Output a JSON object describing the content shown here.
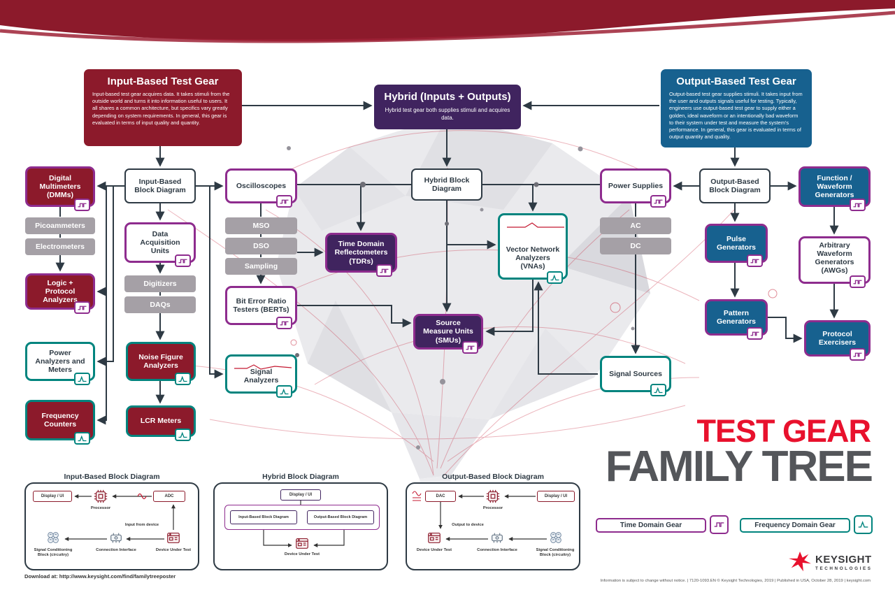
{
  "headers": {
    "input": {
      "title": "Input-Based Test Gear",
      "desc": "Input-based test gear acquires data. It takes stimuli from the outside world and turns it into information useful to users. It all shares a common architecture, but specifics vary greatly depending on system requirements. In general, this gear is evaluated in terms of input quality and quantity."
    },
    "hybrid": {
      "title": "Hybrid (Inputs + Outputs)",
      "desc": "Hybrid test gear both supplies stimuli and acquires data."
    },
    "output": {
      "title": "Output-Based Test Gear",
      "desc": "Output-based test gear supplies stimuli. It takes input from the user and outputs signals useful for testing. Typically, engineers use output-based test gear to supply either a golden, ideal waveform or an intentionally bad waveform to their system under test and measure the system's performance. In general, this gear is evaluated in terms of output quantity and quality."
    }
  },
  "nodes": {
    "dmm": "Digital Multimeters (DMMs)",
    "input_bd": "Input-Based Block Diagram",
    "oscilloscopes": "Oscilloscopes",
    "hybrid_bd": "Hybrid Block Diagram",
    "power_supplies": "Power Supplies",
    "output_bd": "Output-Based Block Diagram",
    "func_gen": "Function / Waveform Generators",
    "picoammeters": "Picoammeters",
    "electrometers": "Electrometers",
    "logic_protocol": "Logic + Protocol Analyzers",
    "daq_units": "Data Acquisition Units",
    "digitizers": "Digitizers",
    "daqs": "DAQs",
    "mso": "MSO",
    "dso": "DSO",
    "sampling": "Sampling",
    "berts": "Bit Error Ratio Testers (BERTs)",
    "tdrs": "Time Domain Reflectometers (TDRs)",
    "vnas": "Vector Network Analyzers (VNAs)",
    "smus": "Source Measure Units (SMUs)",
    "ac": "AC",
    "dc": "DC",
    "pulse_gen": "Pulse Generators",
    "awgs": "Arbitrary Waveform Generators (AWGs)",
    "pattern_gen": "Pattern Generators",
    "protocol_ex": "Protocol Exercisers",
    "power_an": "Power Analyzers and Meters",
    "noise_fig": "Noise Figure Analyzers",
    "signal_an": "Signal Analyzers",
    "freq_counters": "Frequency Counters",
    "lcr": "LCR Meters",
    "signal_sources": "Signal Sources"
  },
  "diagrams": {
    "input": {
      "title": "Input-Based Block Diagram",
      "display": "Display / UI",
      "processor": "Processor",
      "adc": "ADC",
      "input_label": "Input from device",
      "cond": "Signal Conditioning Block (circuitry)",
      "conn": "Connection Interface",
      "dut": "Device Under Test"
    },
    "hybrid": {
      "title": "Hybrid Block Diagram",
      "display": "Display / UI",
      "input_box": "Input-Based Block Diagram",
      "output_box": "Output-Based Block Diagram",
      "dut": "Device Under Test"
    },
    "output": {
      "title": "Output-Based Block Diagram",
      "dac": "DAC",
      "processor": "Processor",
      "display": "Display / UI",
      "output_label": "Output to device",
      "dut": "Device Under Test",
      "conn": "Connection Interface",
      "cond": "Signal Conditioning Block (circuitry)"
    }
  },
  "branding": {
    "title_line1": "TEST GEAR",
    "title_line2": "FAMILY TREE",
    "logo_name": "KEYSIGHT",
    "logo_sub": "TECHNOLOGIES"
  },
  "legend": {
    "time": "Time Domain Gear",
    "freq": "Frequency Domain Gear"
  },
  "footer": {
    "download": "Download at: http://www.keysight.com/find/familytreeposter",
    "legal": "Information is subject to change without notice.   |   7120-1093.EN © Keysight Technologies, 2019   |   Published in USA, October 28, 2019   |   keysight.com"
  },
  "icons": {
    "time_badge": "square-wave-icon",
    "freq_badge": "sine-peak-icon",
    "logo": "keysight-spark-icon"
  },
  "colors": {
    "dark_red": "#8C1A2B",
    "purple": "#40245F",
    "blue": "#17618F",
    "magenta": "#8E2C8E",
    "teal": "#00847E",
    "gray_box": "#A5A0A6",
    "line": "#2E3A44",
    "accent_red": "#E8112D",
    "title_gray": "#54565A"
  }
}
